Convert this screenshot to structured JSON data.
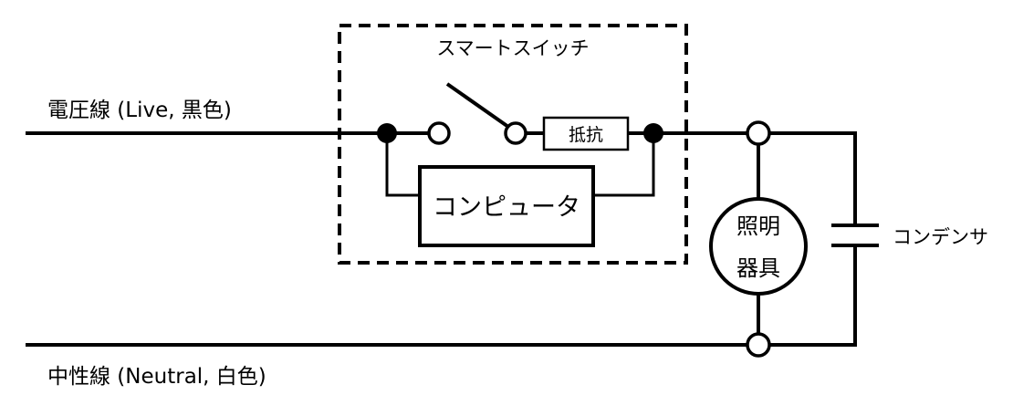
{
  "diagram": {
    "live_label": "電圧線 (Live, 黒色)",
    "neutral_label": "中性線 (Neutral, 白色)",
    "smart_switch_label": "スマートスイッチ",
    "resistor_label": "抵抗",
    "computer_label": "コンピュータ",
    "lamp_label_line1": "照明",
    "lamp_label_line2": "器具",
    "capacitor_label": "コンデンサ"
  }
}
